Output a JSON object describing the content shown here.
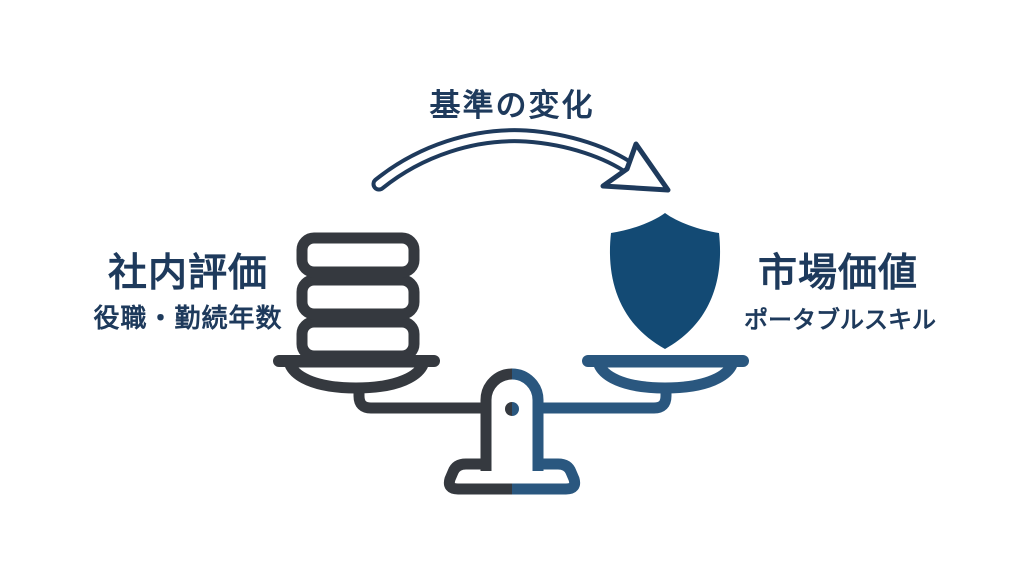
{
  "title": "基準の変化",
  "left_side": {
    "label": "社内評価",
    "sublabel": "役職・勤続年数",
    "icon": "coin-stack-icon"
  },
  "right_side": {
    "label": "市場価値",
    "sublabel": "ポータブルスキル",
    "icon": "shield-icon"
  },
  "diagram": {
    "type": "balance-scale",
    "arrow": "curved-arrow-left-to-right",
    "left_pan_content": "coin-stack",
    "right_pan_content": "shield"
  },
  "colors": {
    "background": "#ffffff",
    "text_navy": "#1e3a5c",
    "scale_left_gray": "#35393f",
    "scale_right_blue": "#2a577f",
    "shield_navy": "#134a74"
  }
}
